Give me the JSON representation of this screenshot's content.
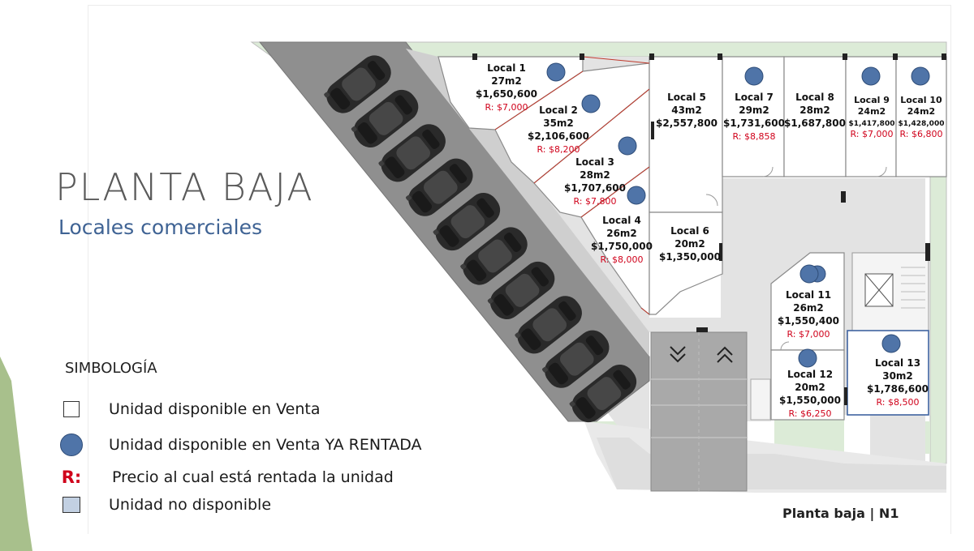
{
  "header": {
    "title": "PLANTA BAJA",
    "subtitle": "Locales comerciales"
  },
  "legend": {
    "title": "SIMBOLOGÍA",
    "items": [
      {
        "symbol": "white-square",
        "label": "Unidad disponible en Venta"
      },
      {
        "symbol": "blue-circle",
        "label": "Unidad disponible en Venta YA RENTADA"
      },
      {
        "symbol": "R:",
        "label": "Precio al cual está rentada la unidad"
      },
      {
        "symbol": "gray-square",
        "label": "Unidad no disponible"
      }
    ]
  },
  "footer_label": "Planta baja | N1",
  "colors": {
    "rented_circle": "#4f74a8",
    "rent_price": "#d0021b",
    "green_area": "#dcebd7",
    "paving": "#e2e2e2",
    "parking_strip": "#8c8c8c",
    "ramp": "#a9a9a9",
    "title_blue": "#3f6394",
    "left_accent": "#a8c08c"
  },
  "units": [
    {
      "name": "Local 1",
      "area": "27m2",
      "price": "$1,650,600",
      "rent": "R: $7,000",
      "rented": true
    },
    {
      "name": "Local 2",
      "area": "35m2",
      "price": "$2,106,600",
      "rent": "R: $8,200",
      "rented": true
    },
    {
      "name": "Local 3",
      "area": "28m2",
      "price": "$1,707,600",
      "rent": "R: $7,800",
      "rented": true
    },
    {
      "name": "Local 4",
      "area": "26m2",
      "price": "$1,750,000",
      "rent": "R: $8,000",
      "rented": true
    },
    {
      "name": "Local 5",
      "area": "43m2",
      "price": "$2,557,800",
      "rent": "",
      "rented": false
    },
    {
      "name": "Local 6",
      "area": "20m2",
      "price": "$1,350,000",
      "rent": "",
      "rented": false
    },
    {
      "name": "Local 7",
      "area": "29m2",
      "price": "$1,731,600",
      "rent": "R: $8,858",
      "rented": true
    },
    {
      "name": "Local 8",
      "area": "28m2",
      "price": "$1,687,800",
      "rent": "",
      "rented": false
    },
    {
      "name": "Local 9",
      "area": "24m2",
      "price": "$1,417,800",
      "rent": "R: $7,000",
      "rented": true
    },
    {
      "name": "Local 10",
      "area": "24m2",
      "price": "$1,428,000",
      "rent": "R: $6,800",
      "rented": true
    },
    {
      "name": "Local 11",
      "area": "26m2",
      "price": "$1,550,400",
      "rent": "R: $7,000",
      "rented": true
    },
    {
      "name": "Local 12",
      "area": "20m2",
      "price": "$1,550,000",
      "rent": "R: $6,250",
      "rented": true
    },
    {
      "name": "Local 13",
      "area": "30m2",
      "price": "$1,786,600",
      "rent": "R: $8,500",
      "rented": true
    }
  ],
  "parking": {
    "cars": 10
  }
}
